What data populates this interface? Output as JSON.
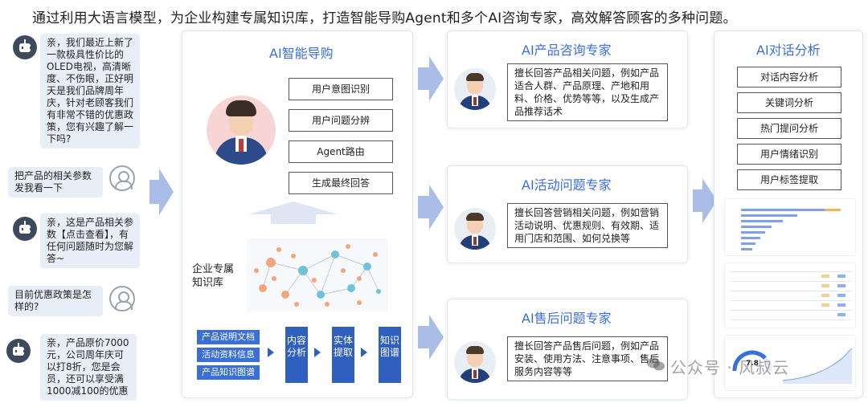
{
  "headline": "通过利用大语言模型，为企业构建专属知识库，打造智能导购Agent和多个AI咨询专家，高效解答顾客的多种问题。",
  "chat": {
    "messages": [
      {
        "role": "bot",
        "text": "亲，我们最近上新了一款极具性价比的OLED电视，高清晰度、不伤眼，正好明天是我们品牌周年庆，针对老顾客我们有非常不错的优惠政策，您有兴趣了解一下吗?"
      },
      {
        "role": "user",
        "text": "把产品的相关参数发我看一下"
      },
      {
        "role": "bot",
        "text": "亲，这是产品相关参数【点击查看】，有任何问题随时为您解答~"
      },
      {
        "role": "user",
        "text": "目前优惠政策是怎样的?"
      },
      {
        "role": "bot",
        "text": "亲，产品原价7000元，公司周年庆可以打8折，您是会员，还可以享受满1000减100的优惠"
      }
    ]
  },
  "guide": {
    "title": "AI智能导购",
    "steps": [
      "用户意图识别",
      "用户问题分辨",
      "Agent路由",
      "生成最终回答"
    ],
    "kb_label": "企业专属知识库",
    "docs": [
      "产品说明文档",
      "活动资料信息",
      "产品知识图谱"
    ],
    "pipeline": [
      "内容分析",
      "实体提取",
      "知识图谱"
    ]
  },
  "experts": [
    {
      "title": "AI产品咨询专家",
      "desc": "擅长回答产品相关问题，例如产品适合人群、产品原理、产地和用料、价格、优势等等，以及生成产品推荐话术"
    },
    {
      "title": "AI活动问题专家",
      "desc": "擅长回答营销相关问题，例如营销活动说明、优惠规则、有效期、适用门店和范围、如何兑换等"
    },
    {
      "title": "AI售后问题专家",
      "desc": "擅长回答产品售后问题，例如产品安装、使用方法、注意事项、售后服务内容等等"
    }
  ],
  "analysis": {
    "title": "AI对话分析",
    "items": [
      "对话内容分析",
      "关键词分析",
      "热门提问分析",
      "用户情绪识别",
      "用户标签提取"
    ],
    "gauge_value": "7.8"
  },
  "watermark": "公众号 · 风叔云",
  "colors": {
    "accent": "#3b6fd8",
    "arrow": "#a9bde6",
    "bubble": "#e8eef8",
    "dark_blue": "#2f5fbf"
  }
}
